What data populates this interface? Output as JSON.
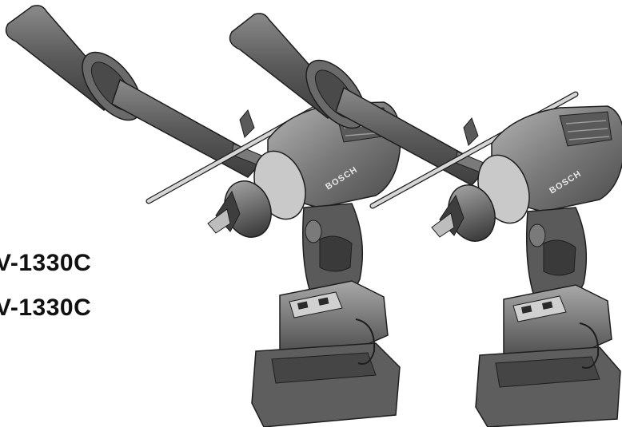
{
  "model_labels": [
    "V-1330C",
    "V-1330C"
  ],
  "brand_marks": [
    "BOSCH",
    "BOSCH"
  ],
  "colors": {
    "body_dark": "#4a4a4a",
    "body_mid": "#6b6b6b",
    "body_light": "#9a9a9a",
    "highlight": "#c9c9c9",
    "outline": "#1e1e1e",
    "rod": "#d6d6d6",
    "background": "#ffffff"
  }
}
